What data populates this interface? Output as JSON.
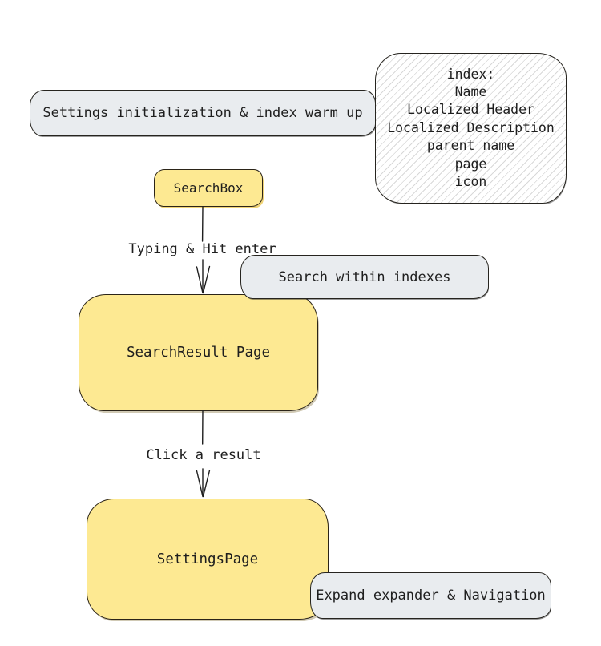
{
  "page": {
    "background": "#ffffff"
  },
  "diagram": {
    "colors": {
      "yellow_fill": "#fde992",
      "gray_fill": "#e9ecef",
      "note_fill": "#ffffff",
      "hatch_line": "#d8d8d8",
      "stroke": "#1e1e1e",
      "text": "#1e1e1e"
    },
    "nodes": {
      "settings_init": {
        "label": "Settings initialization & index warm up"
      },
      "index_note": {
        "lines": [
          "index:",
          "Name",
          "Localized Header",
          "Localized Description",
          "parent name",
          "page",
          "icon"
        ]
      },
      "search_box": {
        "label": "SearchBox"
      },
      "search_within": {
        "label": "Search within indexes"
      },
      "search_result": {
        "label": "SearchResult Page"
      },
      "settings_page": {
        "label": "SettingsPage"
      },
      "expand_nav": {
        "label": "Expand expander & Navigation"
      }
    },
    "edges": {
      "typing_enter": {
        "label": "Typing & Hit enter"
      },
      "click_result": {
        "label": "Click a result"
      }
    }
  }
}
